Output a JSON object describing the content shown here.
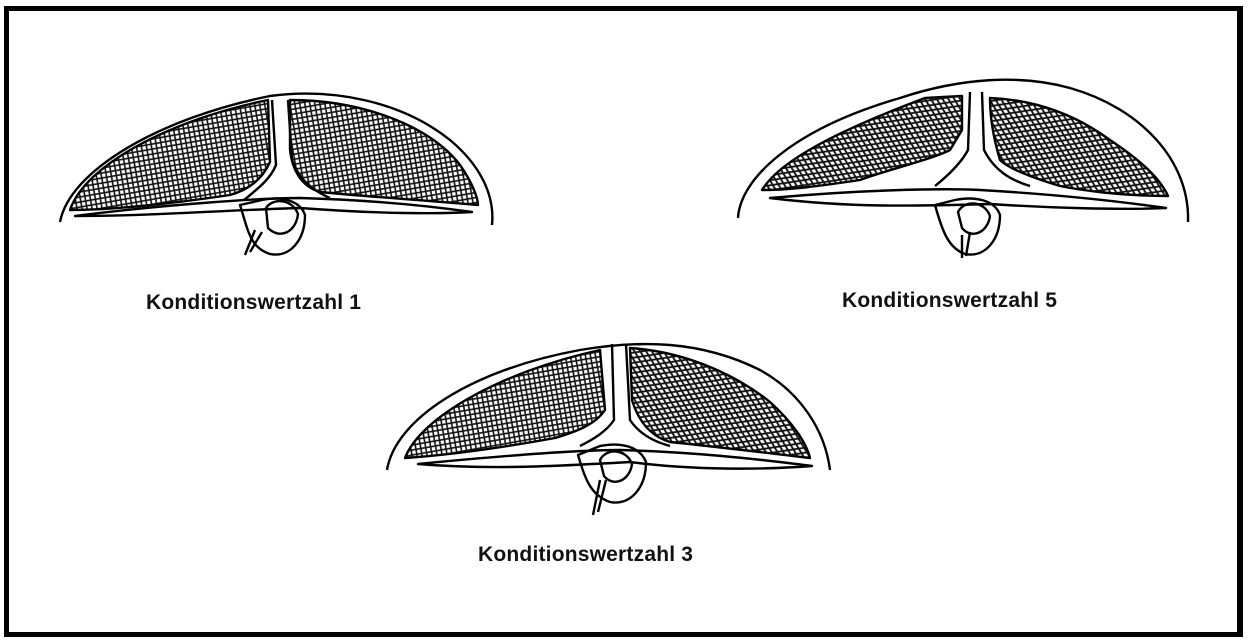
{
  "diagrams": [
    {
      "caption": "Konditionswertzahl 1"
    },
    {
      "caption": "Konditionswertzahl 5"
    },
    {
      "caption": "Konditionswertzahl 3"
    }
  ]
}
